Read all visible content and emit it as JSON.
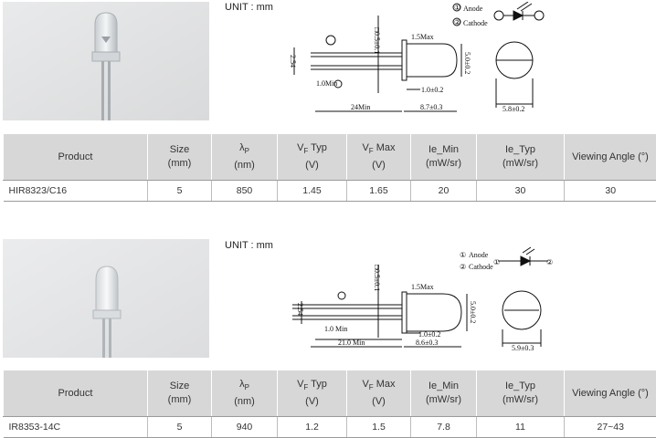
{
  "sections": [
    {
      "unit_label": "UNIT : mm",
      "legend": {
        "anode": "Anode",
        "cathode": "Cathode",
        "num1": "①",
        "num2": "②"
      },
      "dims": {
        "lead_sq": "□0.5±0.1",
        "max_flange": "1.5Max",
        "body_dia": "5.0±0.2",
        "pitch": "2.54",
        "min_lead": "1.0Min",
        "flange_gap": "1.0±0.2",
        "lead_len": "24Min",
        "body_len": "8.7±0.3",
        "base_dia": "5.8±0.2"
      },
      "columns": [
        {
          "main": "Product",
          "sub": ""
        },
        {
          "main": "Size",
          "sub": "(mm)"
        },
        {
          "main": "λ",
          "subscript": "P",
          "sub": "(nm)"
        },
        {
          "main": "V",
          "subscript": "F",
          "suffix": " Typ",
          "sub": "(V)"
        },
        {
          "main": "V",
          "subscript": "F",
          "suffix": " Max",
          "sub": "(V)"
        },
        {
          "main": "Ie_Min",
          "sub": "(mW/sr)"
        },
        {
          "main": "Ie_Typ",
          "sub": "(mW/sr)"
        },
        {
          "main": "Viewing Angle (°)",
          "sub": ""
        }
      ],
      "row": [
        "HIR8323/C16",
        "5",
        "850",
        "1.45",
        "1.65",
        "20",
        "30",
        "30"
      ]
    },
    {
      "unit_label": "UNIT : mm",
      "legend": {
        "anode": "Anode",
        "cathode": "Cathode",
        "num1": "①",
        "num2": "②"
      },
      "dims": {
        "lead_sq": "□0.5±0.1",
        "max_flange": "1.5Max",
        "body_dia": "5.0±0.2",
        "pitch": "2.54",
        "min_lead": "1.0 Min",
        "flange_gap": "1.0±0.2",
        "lead_len": "21.0 Min",
        "body_len": "8.6±0.3",
        "base_dia": "5.9±0.3"
      },
      "columns": [
        {
          "main": "Product",
          "sub": ""
        },
        {
          "main": "Size",
          "sub": "(mm)"
        },
        {
          "main": "λ",
          "subscript": "P",
          "sub": "(nm)"
        },
        {
          "main": "V",
          "subscript": "F",
          "suffix": " Typ",
          "sub": "(V)"
        },
        {
          "main": "V",
          "subscript": "F",
          "suffix": " Max",
          "sub": "(V)"
        },
        {
          "main": "Ie_Min",
          "sub": "(mW/sr)"
        },
        {
          "main": "Ie_Typ",
          "sub": "(mW/sr)"
        },
        {
          "main": "Viewing Angle (°)",
          "sub": ""
        }
      ],
      "row": [
        "IR8353-14C",
        "5",
        "940",
        "1.2",
        "1.5",
        "7.8",
        "11",
        "27~43"
      ]
    }
  ]
}
